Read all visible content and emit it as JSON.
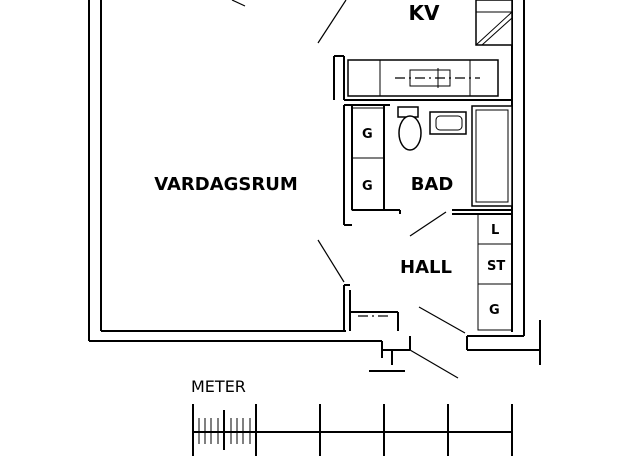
{
  "rooms": {
    "kitchen": "KV",
    "living_room": "VARDAGSRUM",
    "bathroom": "BAD",
    "hall": "HALL"
  },
  "storage_labels": {
    "bath_cabinet_upper": "G",
    "bath_cabinet_lower": "G",
    "hall_l": "L",
    "hall_st": "ST",
    "hall_g": "G"
  },
  "scale": {
    "label": "METER"
  },
  "colors": {
    "lines": "#000000",
    "background": "#ffffff"
  }
}
